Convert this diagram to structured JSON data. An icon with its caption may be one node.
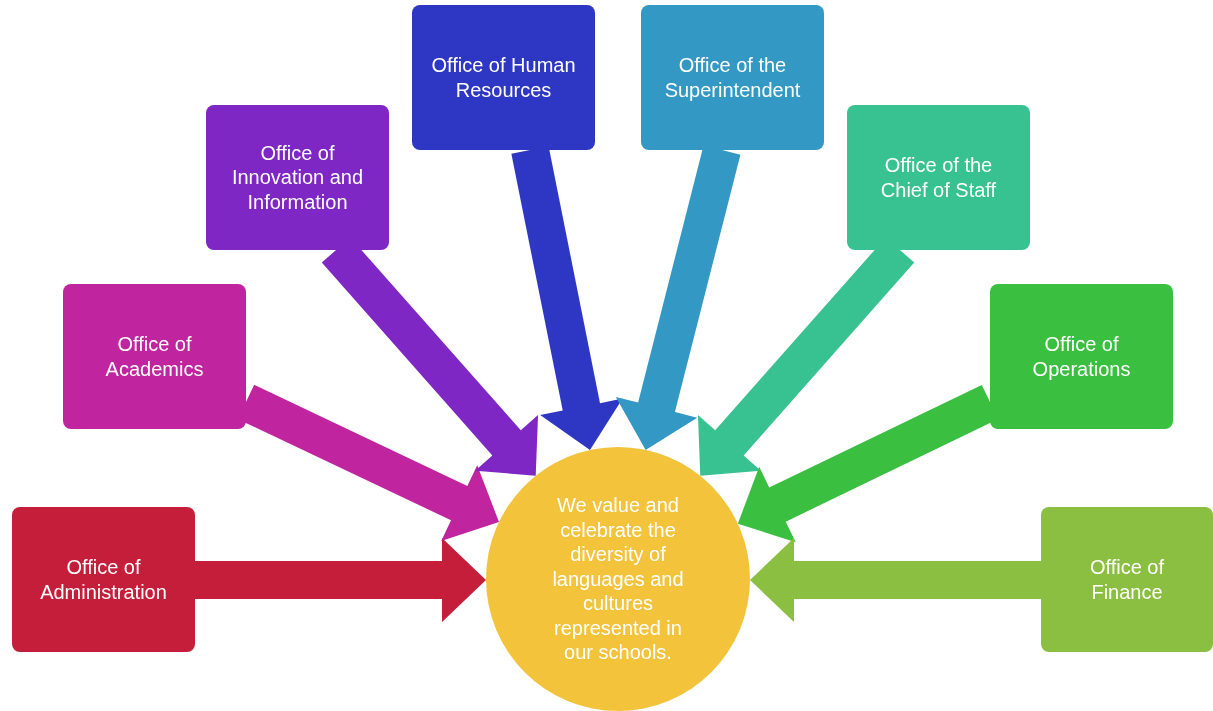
{
  "diagram": {
    "nodes": [
      {
        "text": [
          "Office of Administration"
        ]
      },
      {
        "text": [
          "Office of Academics"
        ]
      },
      {
        "text": [
          "Office of Innovation and Information"
        ]
      },
      {
        "text": [
          "Office of Human Resources"
        ]
      },
      {
        "text": [
          "Office of the Superintendent"
        ]
      },
      {
        "text": [
          "Office of the Chief of Staff"
        ]
      },
      {
        "text": [
          "Office of Operations"
        ]
      },
      {
        "text": [
          "Office of Finance"
        ]
      },
      {
        "text": [
          "We value and celebrate the diversity of languages and cultures represented in our schools."
        ]
      }
    ],
    "edges": [
      {
        "from": 0,
        "to": 8,
        "arrow": "to",
        "style": "thick",
        "color": "#c41e3a"
      },
      {
        "from": 1,
        "to": 8,
        "arrow": "to",
        "style": "thick",
        "color": "#c0249f"
      },
      {
        "from": 2,
        "to": 8,
        "arrow": "to",
        "style": "thick",
        "color": "#7e27c4"
      },
      {
        "from": 3,
        "to": 8,
        "arrow": "to",
        "style": "thick",
        "color": "#2e36c4"
      },
      {
        "from": 4,
        "to": 8,
        "arrow": "to",
        "style": "thick",
        "color": "#3399c4"
      },
      {
        "from": 5,
        "to": 8,
        "arrow": "to",
        "style": "thick",
        "color": "#38c292"
      },
      {
        "from": 6,
        "to": 8,
        "arrow": "to",
        "style": "thick",
        "color": "#3bbf41"
      },
      {
        "from": 7,
        "to": 8,
        "arrow": "to",
        "style": "thick",
        "color": "#8bbf41"
      }
    ]
  }
}
